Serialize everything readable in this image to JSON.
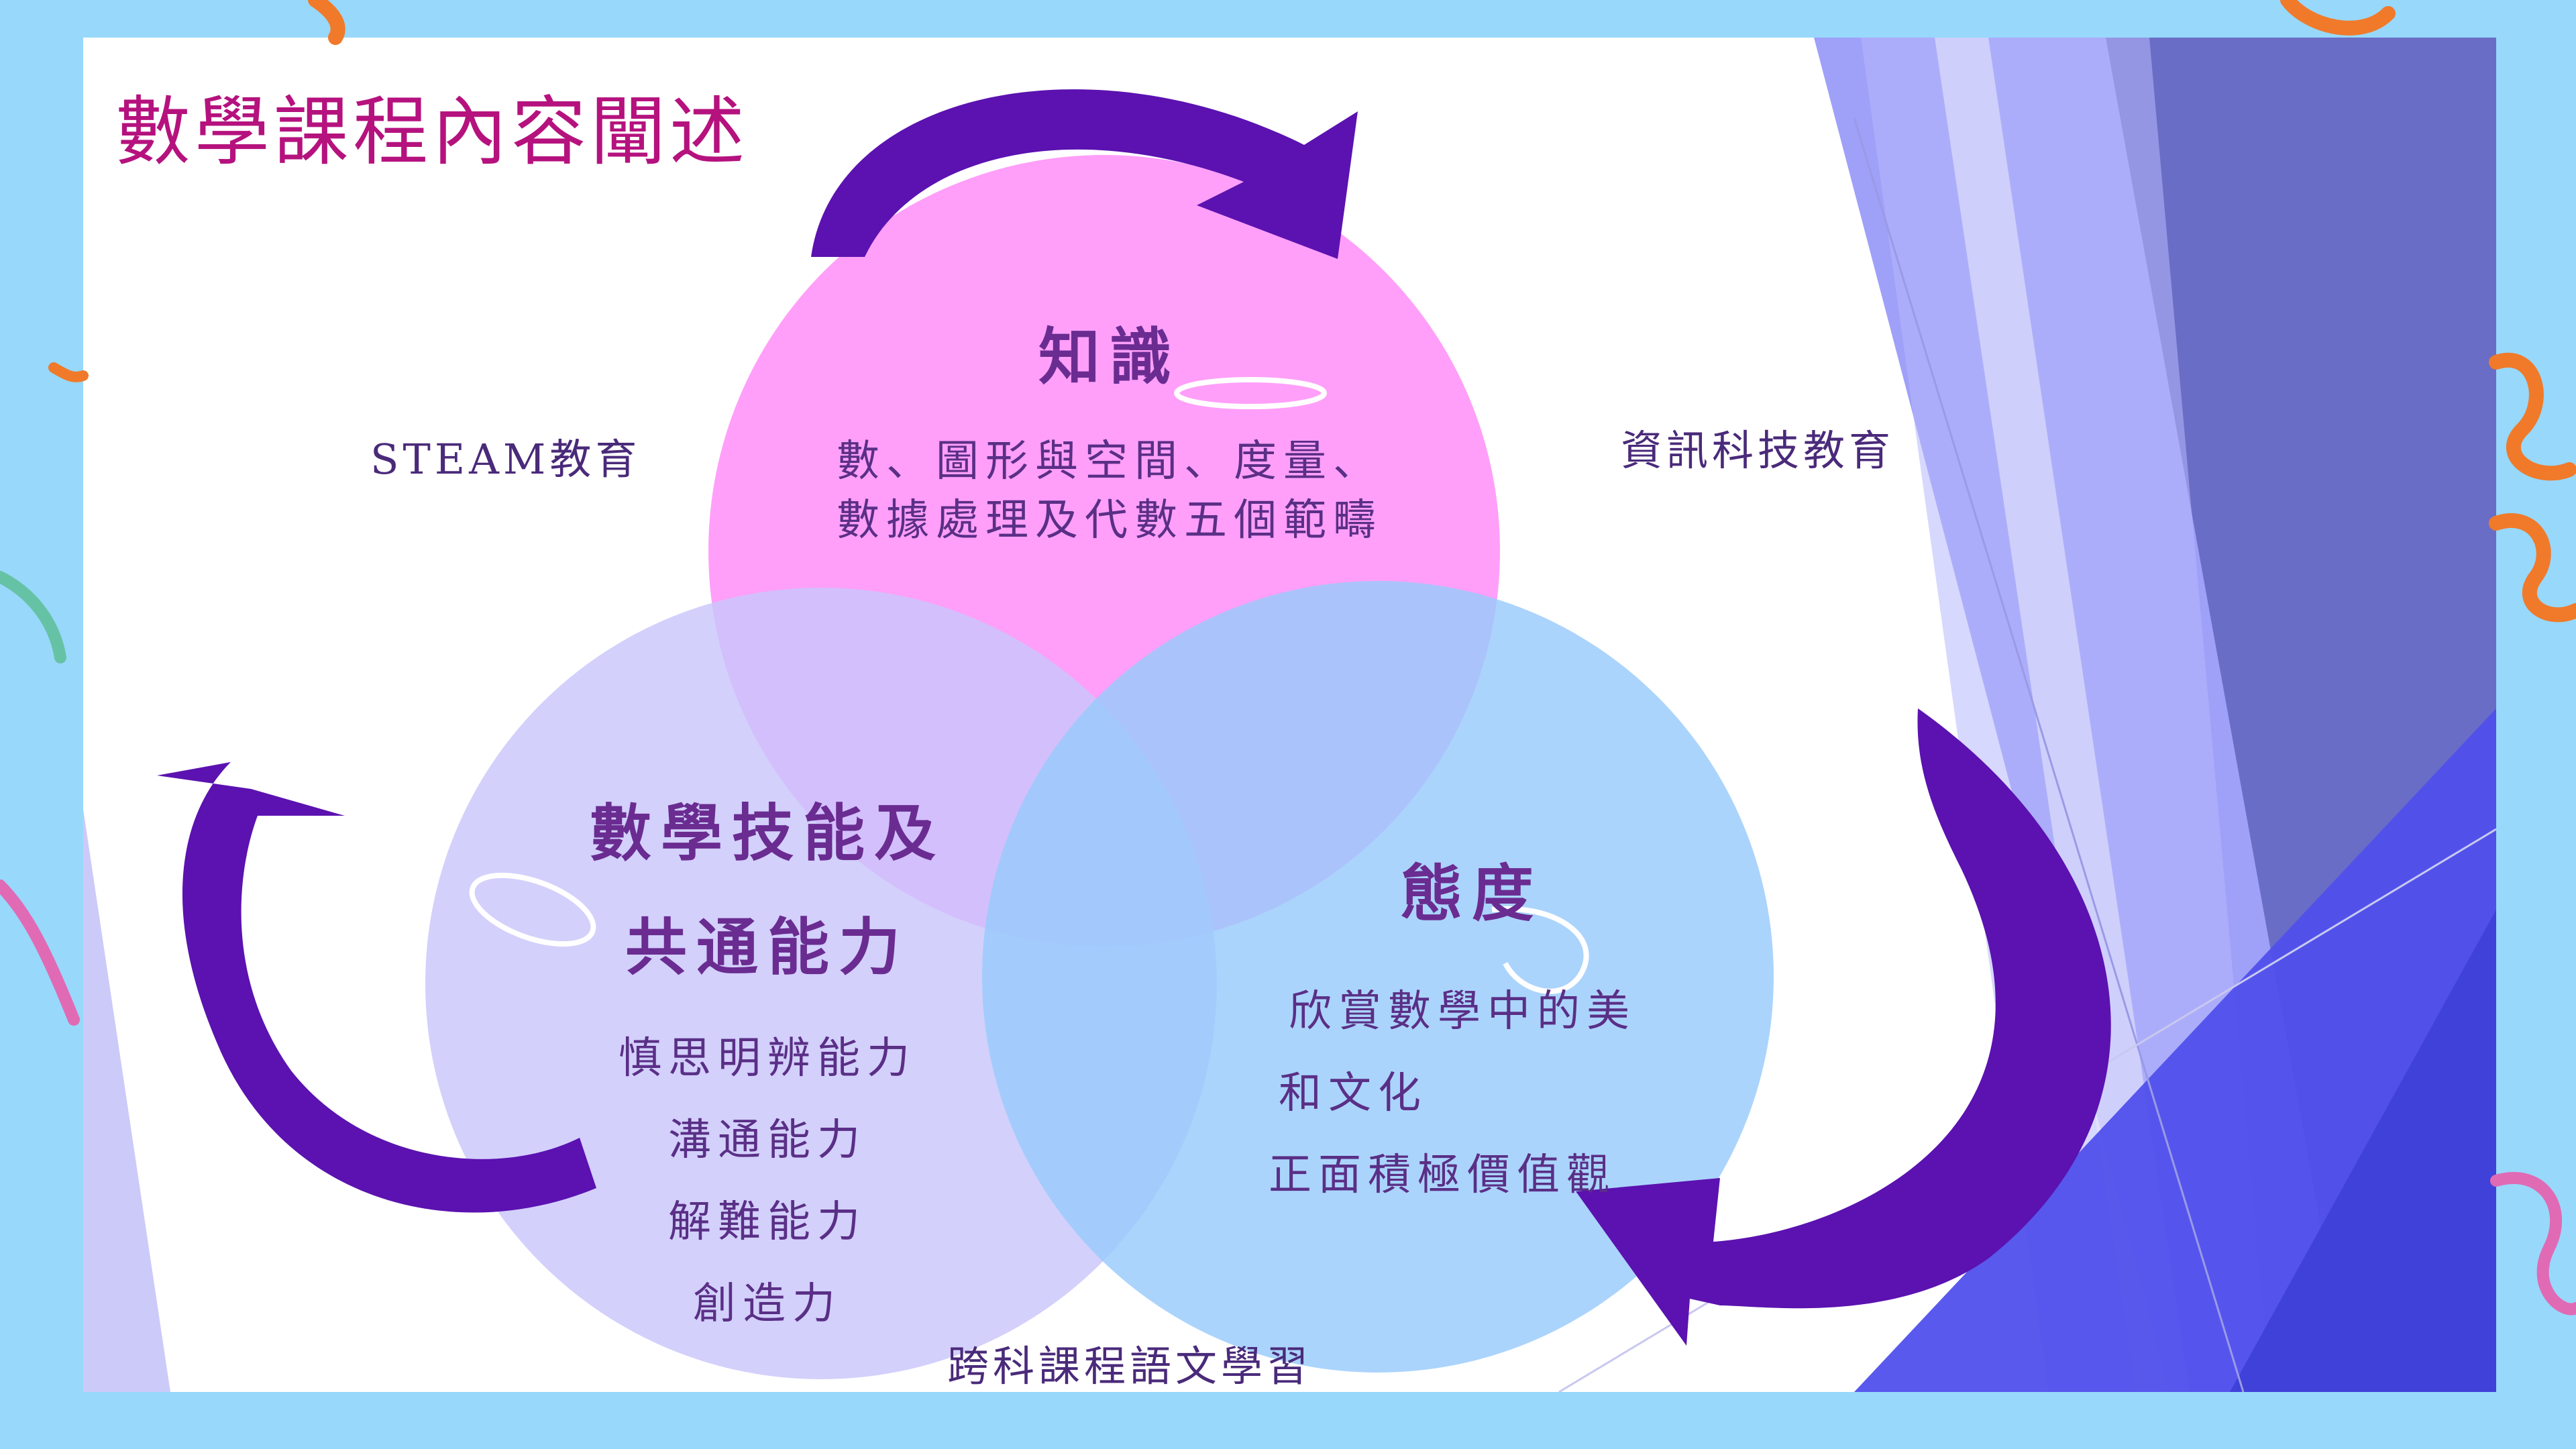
{
  "title": "數學課程內容闡述",
  "corner_labels": {
    "steam": "STEAM教育",
    "ict": "資訊科技教育",
    "cross_curricular": "跨科課程語文學習"
  },
  "circles": {
    "knowledge": {
      "heading": "知識",
      "lines": [
        "數、圖形與空間、度量、",
        "數據處理及代數五個範疇"
      ],
      "color": "#ff9ff9"
    },
    "skills": {
      "heading_lines": [
        "數學技能及",
        "共通能力"
      ],
      "lines": [
        "慎思明辨能力",
        "溝通能力",
        "解難能力",
        "創造力"
      ],
      "color": "#c9c6fb"
    },
    "attitude": {
      "heading": "態度",
      "lines": [
        "欣賞數學中的美",
        "和文化",
        "正面積極價值觀"
      ],
      "color": "#99cbfb"
    }
  },
  "colors": {
    "background": "#98d8fb",
    "title": "#b5127e",
    "arrow": "#5b12b0",
    "accent_ribbon": "#f07a2a"
  }
}
